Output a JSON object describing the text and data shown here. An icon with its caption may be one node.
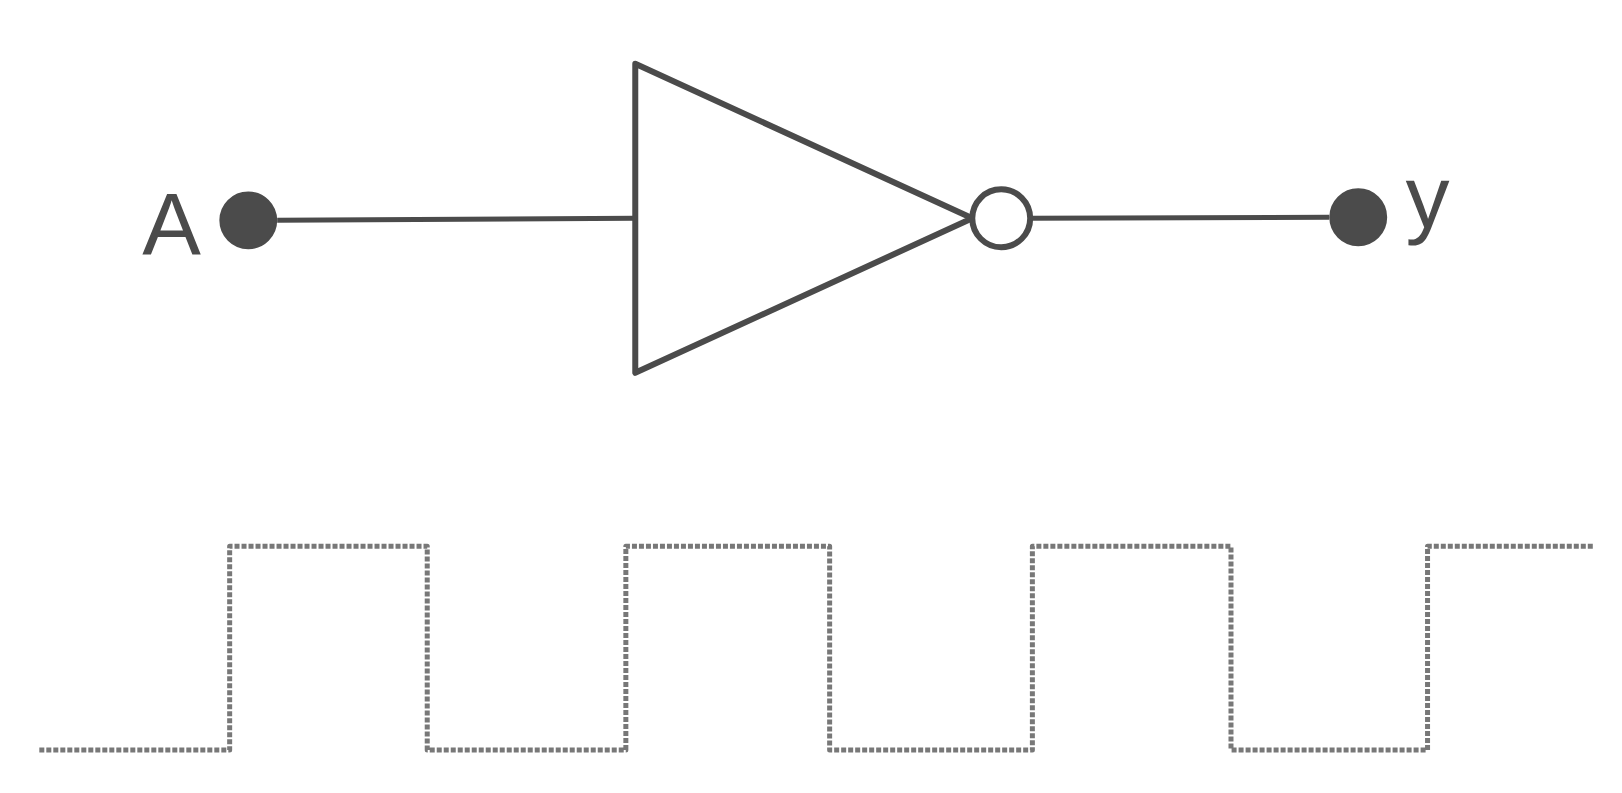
{
  "diagram": {
    "nodes": [
      {
        "text": [],
        "shape": "circle",
        "beside": [
          "A"
        ]
      },
      {
        "text": [],
        "shape": "triangle"
      },
      {
        "text": [],
        "shape": "circle",
        "beside": [
          "y"
        ]
      }
    ],
    "edges": [
      {
        "from": 0,
        "to": 1,
        "arrow": "none"
      },
      {
        "from": 1,
        "to": 2,
        "arrow": "none"
      }
    ]
  }
}
